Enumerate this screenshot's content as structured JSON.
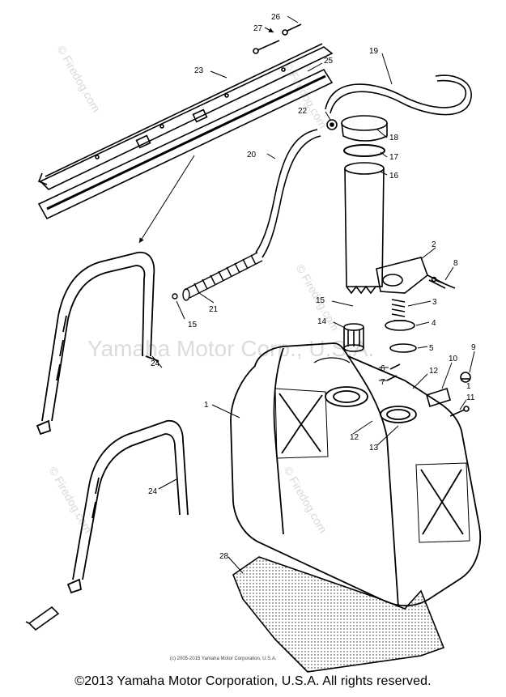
{
  "watermarks": {
    "brand": "Yamaha Motor Corp., U.S.A.",
    "site": "© Firedog.com"
  },
  "inline_copyright": "(c) 2005-2015 Yamaha Motor Corporation, U.S.A.",
  "footer_copyright": "©2013 Yamaha Motor Corporation, U.S.A. All rights reserved.",
  "part_labels": {
    "p1a": "1",
    "p1b": "1",
    "p2": "2",
    "p3": "3",
    "p4": "4",
    "p5": "5",
    "p6": "6",
    "p7": "7",
    "p8": "8",
    "p9": "9",
    "p10": "10",
    "p11": "11",
    "p12a": "12",
    "p12b": "12",
    "p13": "13",
    "p14": "14",
    "p15a": "15",
    "p15b": "15",
    "p16": "16",
    "p17": "17",
    "p18": "18",
    "p19": "19",
    "p20": "20",
    "p21": "21",
    "p22": "22",
    "p23": "23",
    "p24a": "24",
    "p24b": "24",
    "p25": "25",
    "p26": "26",
    "p27": "27",
    "p28": "28"
  }
}
